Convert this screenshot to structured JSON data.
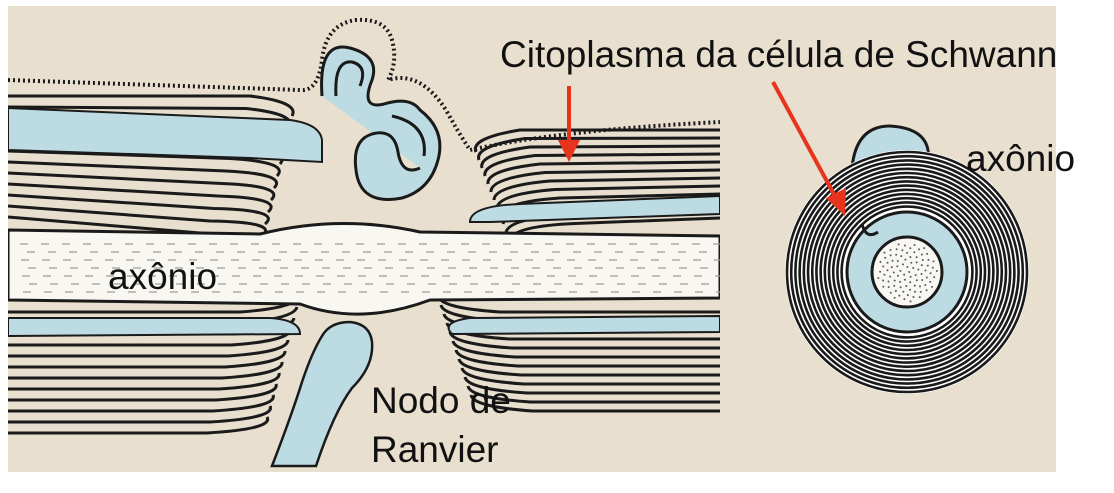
{
  "colors": {
    "page_background": "#ffffff",
    "panel_background": "#e8dfcf",
    "myelin_lines": "#1a1a1a",
    "schwann_cytoplasm": "#bcdbe3",
    "axon": "#f8f7f2",
    "pointer_arrow": "#e8341c"
  },
  "labels": {
    "citoplasma": "Citoplasma da célula de Schwann",
    "axonio_longitudinal": "axônio",
    "axonio_cross_section": "axônio",
    "nodo_line1": "Nodo de",
    "nodo_line2": "Ranvier"
  }
}
